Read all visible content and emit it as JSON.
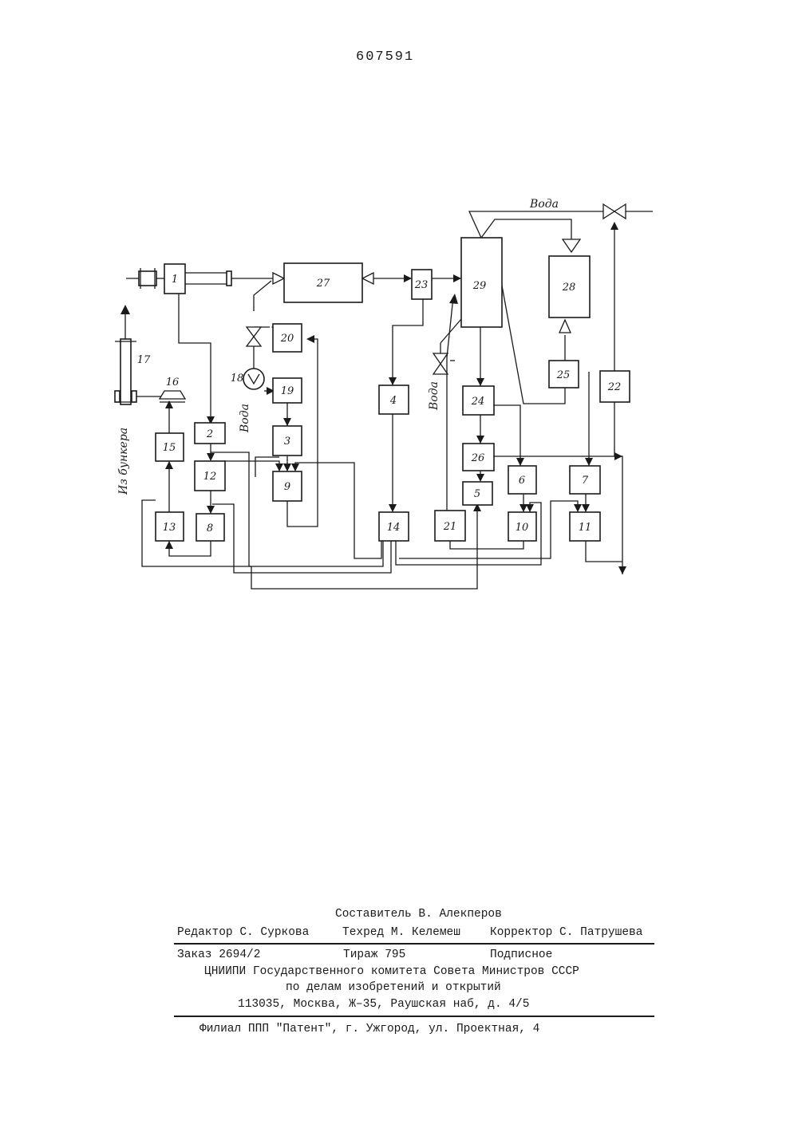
{
  "document": {
    "number": "607591"
  },
  "diagram": {
    "blocks": [
      "1",
      "2",
      "3",
      "4",
      "5",
      "6",
      "7",
      "8",
      "9",
      "10",
      "11",
      "12",
      "13",
      "14",
      "15",
      "16",
      "17",
      "18",
      "19",
      "20",
      "21",
      "22",
      "23",
      "24",
      "25",
      "26",
      "27",
      "28",
      "29"
    ],
    "labels": {
      "water": "Вода",
      "from_bunker": "Из бункера"
    }
  },
  "imprint": {
    "compiler": "Составитель В. Алекперов",
    "editor": "Редактор С. Суркова",
    "techred": "Техред М. Келемеш",
    "corrector": "Корректор С. Патрушева",
    "order": "Заказ 2694/2",
    "run": "Тираж 795",
    "subscription": "Подписное",
    "org_line1": "ЦНИИПИ Государственного комитета Совета Министров СССР",
    "org_line2": "по делам изобретений и открытий",
    "address": "113035, Москва, Ж–35, Раушская наб, д. 4/5",
    "branch": "Филиал ППП \"Патент\", г. Ужгород, ул. Проектная, 4"
  }
}
